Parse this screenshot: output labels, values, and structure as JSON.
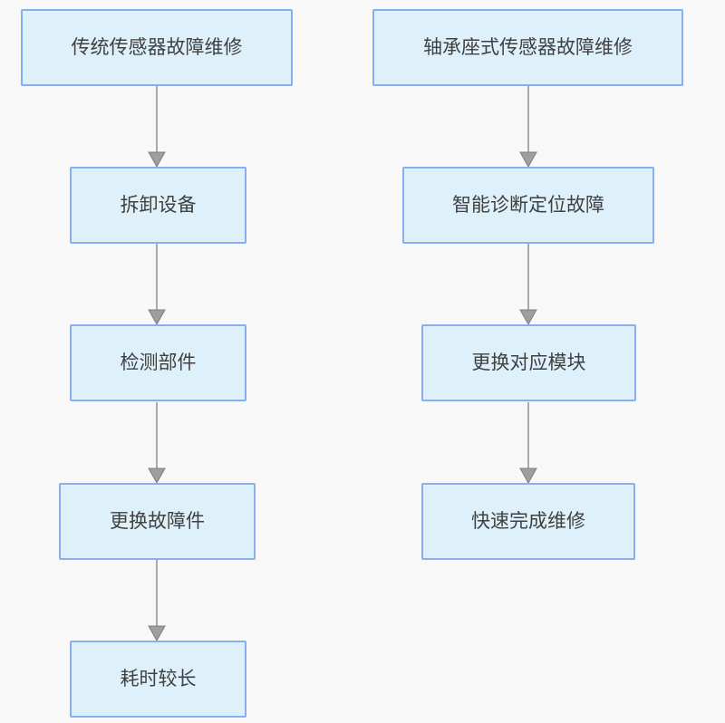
{
  "flow": {
    "left": {
      "nodes": [
        {
          "label": "传统传感器故障维修"
        },
        {
          "label": "拆卸设备"
        },
        {
          "label": "检测部件"
        },
        {
          "label": "更换故障件"
        },
        {
          "label": "耗时较长"
        }
      ]
    },
    "right": {
      "nodes": [
        {
          "label": "轴承座式传感器故障维修"
        },
        {
          "label": "智能诊断定位故障"
        },
        {
          "label": "更换对应模块"
        },
        {
          "label": "快速完成维修"
        }
      ]
    },
    "colors": {
      "background": "#f8f8f8",
      "node_fill": "#def1fb",
      "node_border": "#88aef2",
      "node_text": "#404040",
      "arrow_line": "#a9a9a9",
      "arrow_head": "#9e9e9e"
    }
  }
}
